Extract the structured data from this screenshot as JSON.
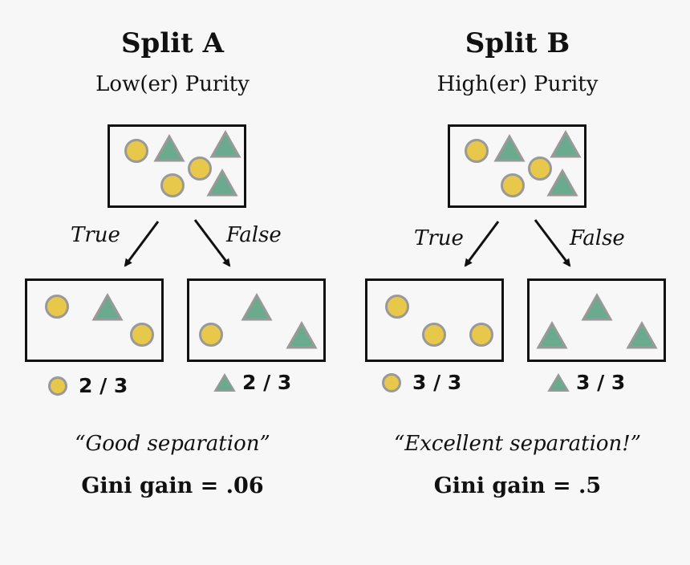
{
  "split_a": {
    "title": "Split A",
    "subtitle": "Low(er) Purity",
    "true_label": "True",
    "false_label": "False",
    "left_ratio": "2 / 3",
    "right_ratio": "2 / 3",
    "quote": "“Good separation”",
    "gini": "Gini gain = .06"
  },
  "split_b": {
    "title": "Split B",
    "subtitle": "High(er) Purity",
    "true_label": "True",
    "false_label": "False",
    "left_ratio": "3 / 3",
    "right_ratio": "3 / 3",
    "quote": "“Excellent separation!”",
    "gini": "Gini gain = .5"
  },
  "colors": {
    "circle_fill": "#e7c84b",
    "triangle_fill": "#6aaa8e",
    "shape_stroke": "#999999"
  }
}
